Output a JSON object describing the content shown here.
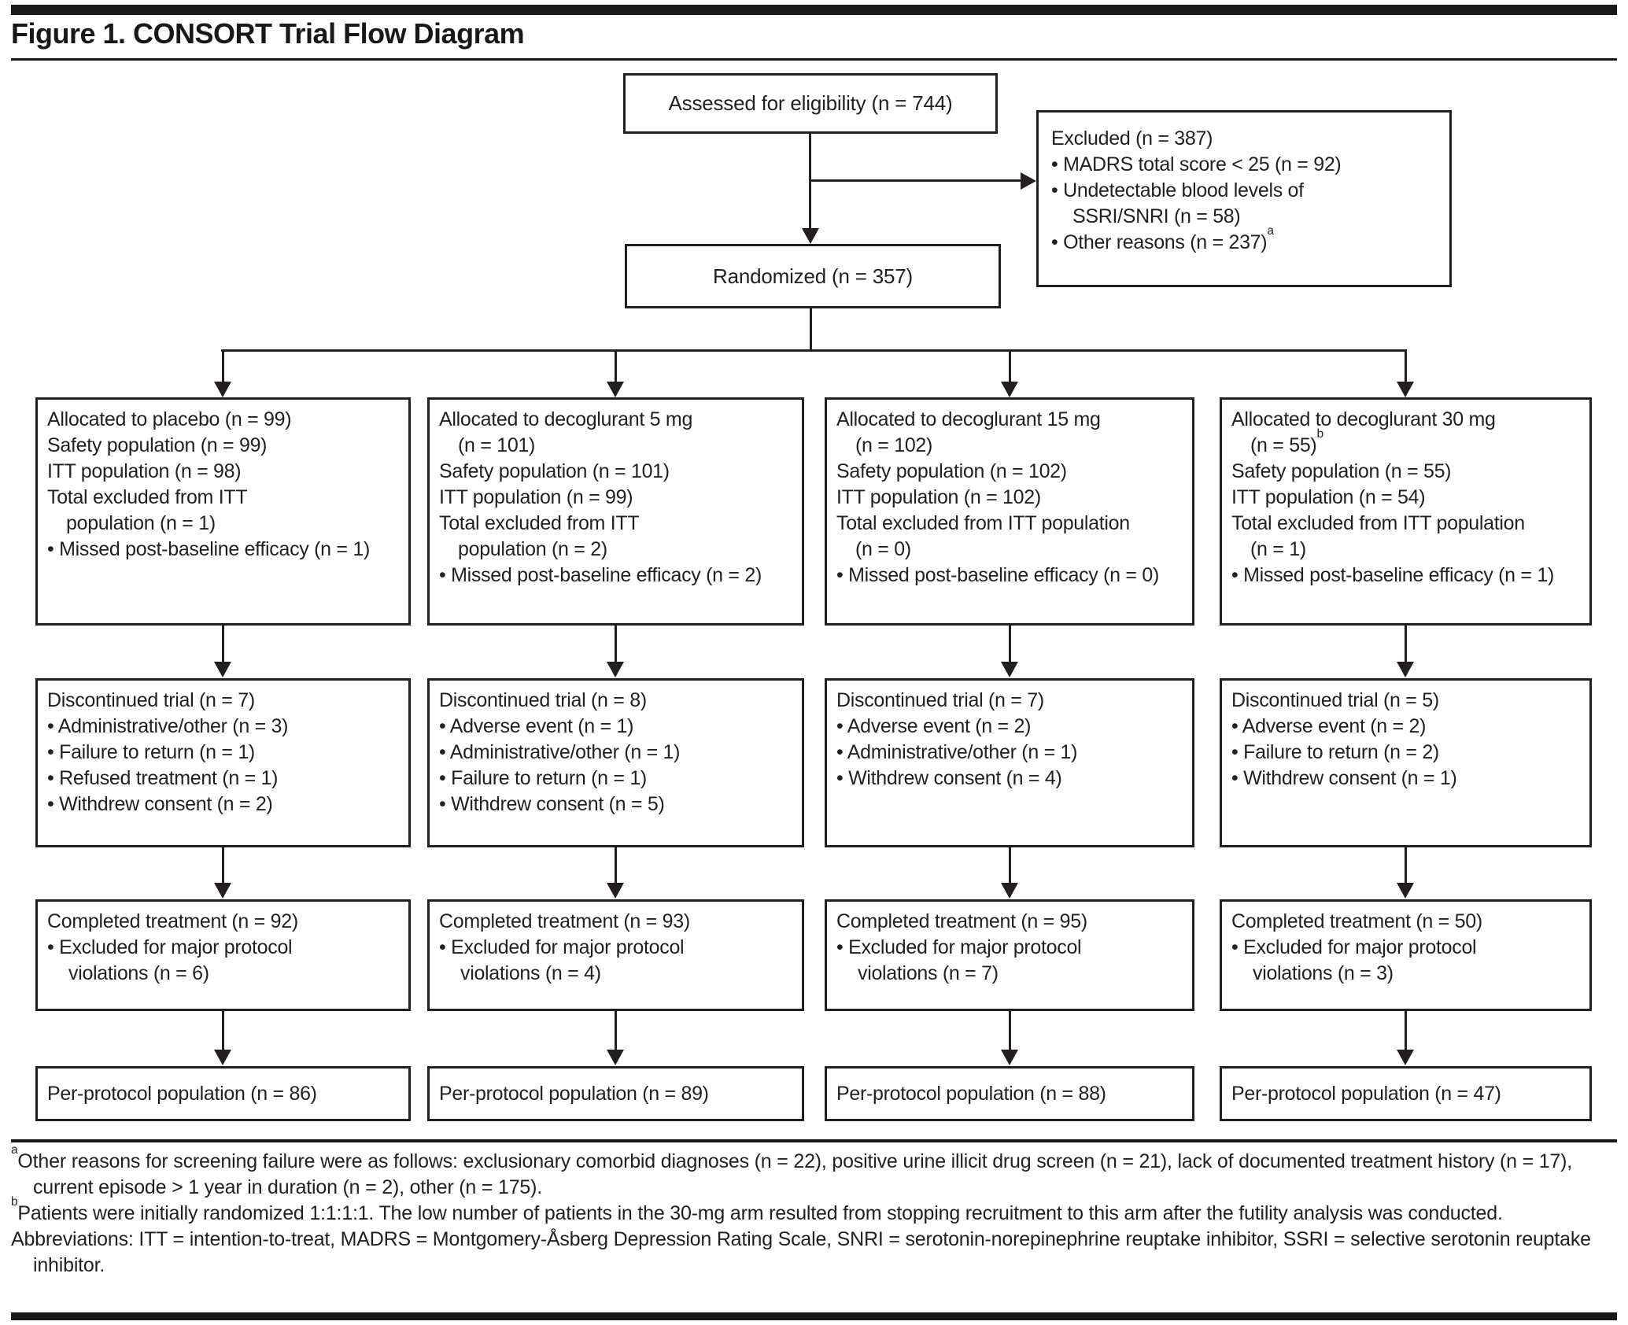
{
  "figure_title": "Figure 1. CONSORT Trial Flow Diagram",
  "colors": {
    "ink": "#231f20",
    "background": "#ffffff"
  },
  "top_flow": {
    "assessed": "Assessed for eligibility (n = 744)",
    "randomized": "Randomized (n = 357)",
    "excluded": {
      "lines": [
        {
          "text": "Excluded (n = 387)",
          "style": "plain"
        },
        {
          "text": "• MADRS total score < 25 (n = 92)",
          "style": "bullet"
        },
        {
          "text": "• Undetectable blood levels of",
          "style": "bullet"
        },
        {
          "text": "SSRI/SNRI (n = 58)",
          "style": "cont"
        },
        {
          "text": "• Other reasons (n = 237)",
          "sup": "a",
          "style": "bullet"
        }
      ]
    }
  },
  "columns": [
    {
      "arm": "placebo",
      "allocated": {
        "lines": [
          {
            "text": "Allocated to placebo (n = 99)",
            "style": "plain"
          },
          {
            "text": "Safety population (n = 99)",
            "style": "plain"
          },
          {
            "text": "ITT population (n = 98)",
            "style": "plain"
          },
          {
            "text": "Total excluded from ITT",
            "style": "plain"
          },
          {
            "text": "population (n = 1)",
            "style": "indent"
          },
          {
            "text": "• Missed post-baseline efficacy (n = 1)",
            "style": "bullet"
          }
        ]
      },
      "discontinued": {
        "lines": [
          {
            "text": "Discontinued trial (n = 7)",
            "style": "plain"
          },
          {
            "text": "• Administrative/other (n = 3)",
            "style": "bullet"
          },
          {
            "text": "• Failure to return (n = 1)",
            "style": "bullet"
          },
          {
            "text": "• Refused treatment (n = 1)",
            "style": "bullet"
          },
          {
            "text": "• Withdrew consent (n = 2)",
            "style": "bullet"
          }
        ]
      },
      "completed": {
        "lines": [
          {
            "text": "Completed treatment (n = 92)",
            "style": "plain"
          },
          {
            "text": "• Excluded for major protocol",
            "style": "bullet"
          },
          {
            "text": "violations (n = 6)",
            "style": "cont"
          }
        ]
      },
      "per_protocol": "Per-protocol population (n = 86)"
    },
    {
      "arm": "decoglurant 5 mg",
      "allocated": {
        "lines": [
          {
            "text": "Allocated to decoglurant 5 mg",
            "style": "plain"
          },
          {
            "text": "(n = 101)",
            "style": "indent"
          },
          {
            "text": "Safety population (n = 101)",
            "style": "plain"
          },
          {
            "text": "ITT population (n = 99)",
            "style": "plain"
          },
          {
            "text": "Total excluded from ITT",
            "style": "plain"
          },
          {
            "text": "population (n = 2)",
            "style": "indent"
          },
          {
            "text": "• Missed post-baseline efficacy (n = 2)",
            "style": "bullet"
          }
        ]
      },
      "discontinued": {
        "lines": [
          {
            "text": "Discontinued trial (n = 8)",
            "style": "plain"
          },
          {
            "text": "• Adverse event (n = 1)",
            "style": "bullet"
          },
          {
            "text": "• Administrative/other (n = 1)",
            "style": "bullet"
          },
          {
            "text": "• Failure to return (n = 1)",
            "style": "bullet"
          },
          {
            "text": "• Withdrew consent (n = 5)",
            "style": "bullet"
          }
        ]
      },
      "completed": {
        "lines": [
          {
            "text": "Completed treatment (n = 93)",
            "style": "plain"
          },
          {
            "text": "• Excluded for major protocol",
            "style": "bullet"
          },
          {
            "text": "violations (n = 4)",
            "style": "cont"
          }
        ]
      },
      "per_protocol": "Per-protocol population (n = 89)"
    },
    {
      "arm": "decoglurant 15 mg",
      "allocated": {
        "lines": [
          {
            "text": "Allocated to decoglurant 15 mg",
            "style": "plain"
          },
          {
            "text": "(n = 102)",
            "style": "indent"
          },
          {
            "text": "Safety population (n = 102)",
            "style": "plain"
          },
          {
            "text": "ITT population (n = 102)",
            "style": "plain"
          },
          {
            "text": "Total excluded from ITT population",
            "style": "plain"
          },
          {
            "text": "(n = 0)",
            "style": "indent"
          },
          {
            "text": "• Missed post-baseline efficacy (n = 0)",
            "style": "bullet"
          }
        ]
      },
      "discontinued": {
        "lines": [
          {
            "text": "Discontinued trial (n = 7)",
            "style": "plain"
          },
          {
            "text": "• Adverse event (n = 2)",
            "style": "bullet"
          },
          {
            "text": "• Administrative/other (n = 1)",
            "style": "bullet"
          },
          {
            "text": "• Withdrew consent (n = 4)",
            "style": "bullet"
          }
        ]
      },
      "completed": {
        "lines": [
          {
            "text": "Completed treatment (n = 95)",
            "style": "plain"
          },
          {
            "text": "• Excluded for major protocol",
            "style": "bullet"
          },
          {
            "text": "violations (n = 7)",
            "style": "cont"
          }
        ]
      },
      "per_protocol": "Per-protocol population (n = 88)"
    },
    {
      "arm": "decoglurant 30 mg",
      "allocated": {
        "lines": [
          {
            "text": "Allocated to decoglurant 30 mg",
            "style": "plain"
          },
          {
            "text": "(n = 55)",
            "sup": "b",
            "style": "indent"
          },
          {
            "text": "Safety population (n = 55)",
            "style": "plain"
          },
          {
            "text": "ITT population (n = 54)",
            "style": "plain"
          },
          {
            "text": "Total excluded from ITT population",
            "style": "plain"
          },
          {
            "text": "(n = 1)",
            "style": "indent"
          },
          {
            "text": "• Missed post-baseline efficacy (n = 1)",
            "style": "bullet"
          }
        ]
      },
      "discontinued": {
        "lines": [
          {
            "text": "Discontinued trial (n = 5)",
            "style": "plain"
          },
          {
            "text": "• Adverse event (n = 2)",
            "style": "bullet"
          },
          {
            "text": "• Failure to return (n = 2)",
            "style": "bullet"
          },
          {
            "text": "• Withdrew consent (n = 1)",
            "style": "bullet"
          }
        ]
      },
      "completed": {
        "lines": [
          {
            "text": "Completed treatment (n = 50)",
            "style": "plain"
          },
          {
            "text": "• Excluded for major protocol",
            "style": "bullet"
          },
          {
            "text": "violations (n = 3)",
            "style": "cont"
          }
        ]
      },
      "per_protocol": "Per-protocol population (n = 47)"
    }
  ],
  "footnotes": [
    {
      "sup": "a",
      "text": "Other reasons for screening failure were as follows: exclusionary comorbid diagnoses (n = 22), positive urine illicit drug screen (n = 21), lack of documented treatment history (n = 17), current episode > 1 year in duration (n = 2), other (n = 175)."
    },
    {
      "sup": "b",
      "text": "Patients were initially randomized 1:1:1:1. The low number of patients in the 30-mg arm resulted from stopping recruitment to this arm after the futility analysis was conducted."
    },
    {
      "sup": "",
      "text": "Abbreviations: ITT = intention-to-treat, MADRS = Montgomery-Åsberg Depression Rating Scale, SNRI = serotonin-norepinephrine reuptake inhibitor, SSRI = selective serotonin reuptake inhibitor."
    }
  ]
}
